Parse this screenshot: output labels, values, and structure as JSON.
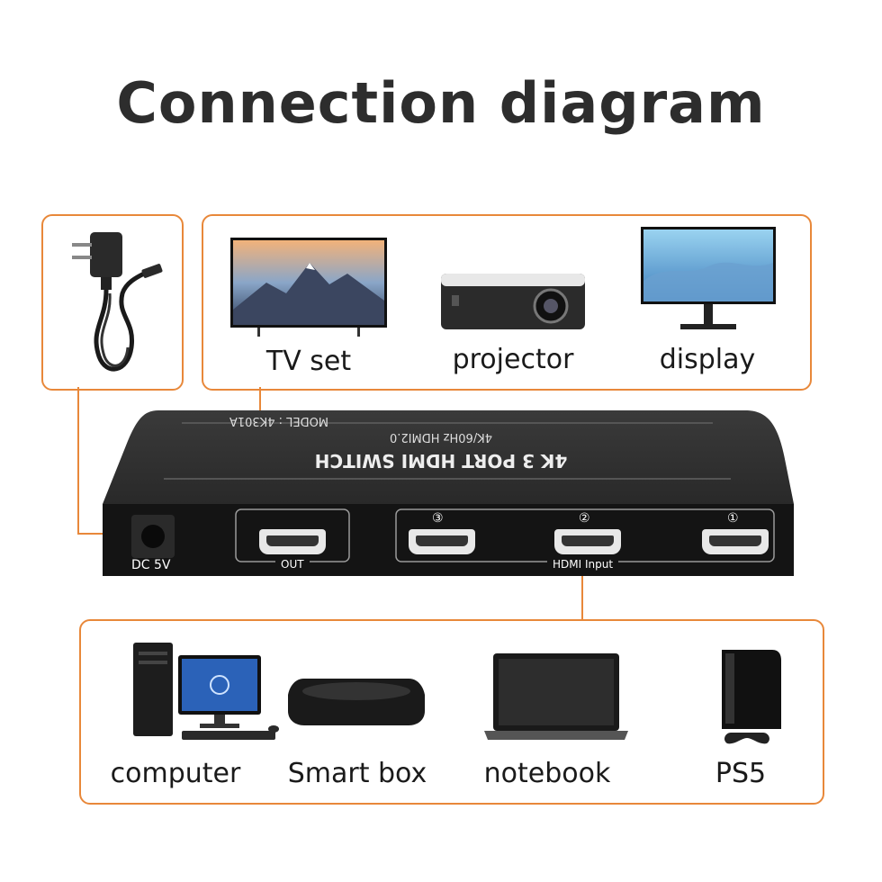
{
  "title": "Connection diagram",
  "outputs": [
    {
      "label": "TV set",
      "icon": "tv-icon"
    },
    {
      "label": "projector",
      "icon": "projector-icon"
    },
    {
      "label": "display",
      "icon": "monitor-icon"
    }
  ],
  "inputs": [
    {
      "label": "computer",
      "icon": "desktop-computer-icon"
    },
    {
      "label": "Smart box",
      "icon": "set-top-box-icon"
    },
    {
      "label": "notebook",
      "icon": "laptop-icon"
    },
    {
      "label": "PS5",
      "icon": "game-console-icon"
    }
  ],
  "power": {
    "icon": "power-adapter-icon"
  },
  "switch": {
    "line1": "4K 3 PORT HDMI SWITCH",
    "line2": "4K/60Hz HDMI2.0",
    "line3": "MODEL : 4K301A",
    "dc_label": "DC 5V",
    "out_label": "OUT",
    "input_label": "HDMI Input",
    "port_numbers": [
      "③",
      "②",
      "①"
    ]
  },
  "colors": {
    "accent": "#e8883a",
    "device": "#1e1e1e"
  }
}
